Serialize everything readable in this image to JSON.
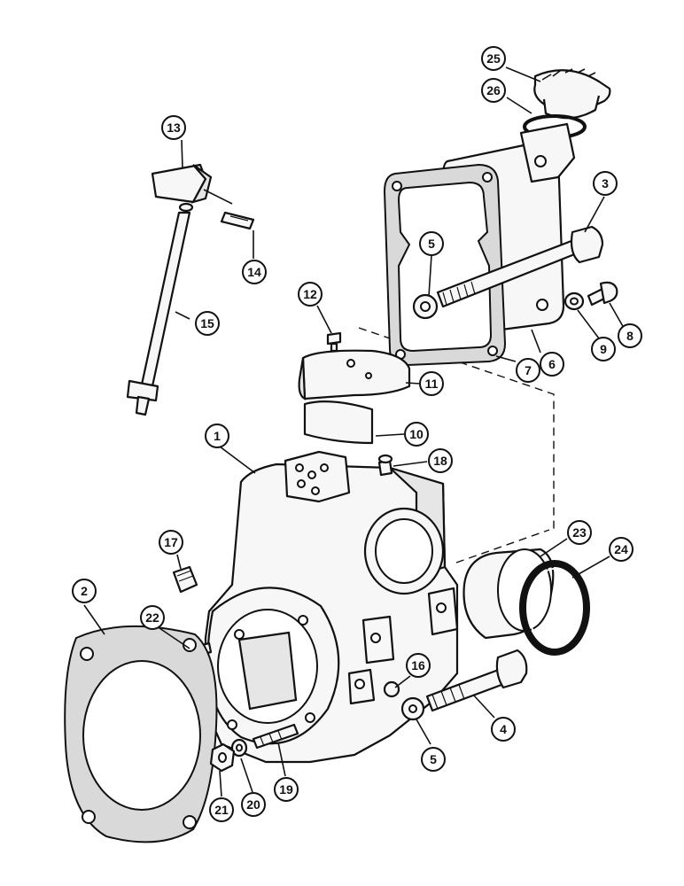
{
  "diagram": {
    "callouts": [
      {
        "id": "c25",
        "label": "25"
      },
      {
        "id": "c26",
        "label": "26"
      },
      {
        "id": "c13",
        "label": "13"
      },
      {
        "id": "c3",
        "label": "3"
      },
      {
        "id": "c14",
        "label": "14"
      },
      {
        "id": "c5a",
        "label": "5"
      },
      {
        "id": "c15",
        "label": "15"
      },
      {
        "id": "c12",
        "label": "12"
      },
      {
        "id": "c8",
        "label": "8"
      },
      {
        "id": "c9",
        "label": "9"
      },
      {
        "id": "c6",
        "label": "6"
      },
      {
        "id": "c7",
        "label": "7"
      },
      {
        "id": "c11",
        "label": "11"
      },
      {
        "id": "c10",
        "label": "10"
      },
      {
        "id": "c1",
        "label": "1"
      },
      {
        "id": "c18",
        "label": "18"
      },
      {
        "id": "c23",
        "label": "23"
      },
      {
        "id": "c17",
        "label": "17"
      },
      {
        "id": "c24",
        "label": "24"
      },
      {
        "id": "c2",
        "label": "2"
      },
      {
        "id": "c22",
        "label": "22"
      },
      {
        "id": "c16",
        "label": "16"
      },
      {
        "id": "c4",
        "label": "4"
      },
      {
        "id": "c5b",
        "label": "5"
      },
      {
        "id": "c21",
        "label": "21"
      },
      {
        "id": "c20",
        "label": "20"
      },
      {
        "id": "c19",
        "label": "19"
      }
    ]
  }
}
